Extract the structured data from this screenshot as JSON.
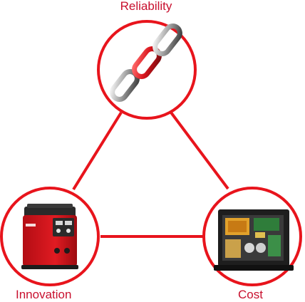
{
  "diagram": {
    "nodes": [
      {
        "id": "reliability",
        "label": "Reliability",
        "image": "chain-link-icon"
      },
      {
        "id": "innovation",
        "label": "Innovation",
        "image": "welding-machine-icon"
      },
      {
        "id": "cost",
        "label": "Cost",
        "image": "circuit-board-icon"
      }
    ],
    "edges": [
      [
        "reliability",
        "innovation"
      ],
      [
        "reliability",
        "cost"
      ],
      [
        "innovation",
        "cost"
      ]
    ],
    "colors": {
      "accent": "#e8141c",
      "label": "#c8102e",
      "background": "#ffffff"
    }
  }
}
